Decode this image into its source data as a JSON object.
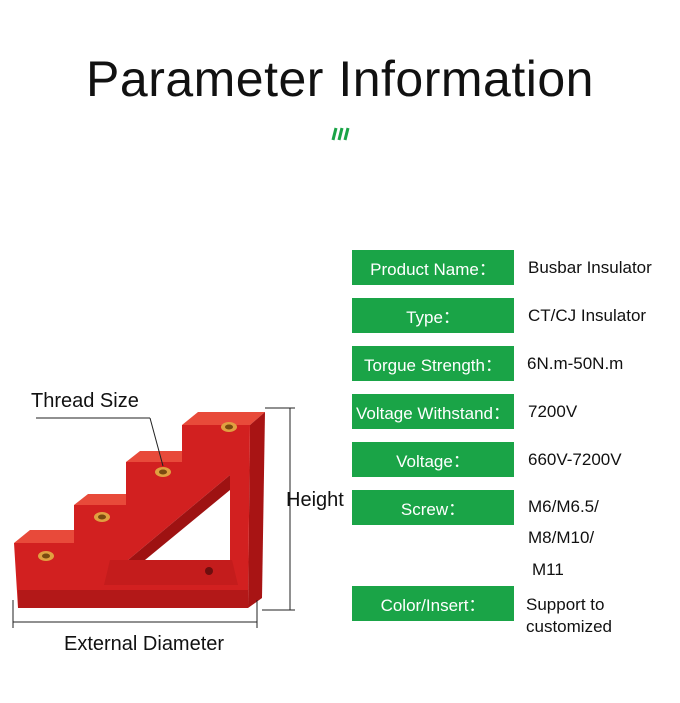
{
  "page": {
    "title": "Parameter Information",
    "accent_color": "#1aa447",
    "insulator_color": "#d22020",
    "accent_icon": "triple-slash-icon"
  },
  "figure": {
    "labels": {
      "thread_size": "Thread Size",
      "height": "Height",
      "external_diameter": "External Diameter"
    }
  },
  "parameters": [
    {
      "key": "Product Name：",
      "value": "Busbar Insulator"
    },
    {
      "key": "Type：",
      "value": "CT/CJ Insulator"
    },
    {
      "key": "Torgue Strength：",
      "value": "6N.m-50N.m"
    },
    {
      "key": "Voltage Withstand：",
      "value": "7200V"
    },
    {
      "key": "Voltage：",
      "value": "660V-7200V"
    },
    {
      "key": "Screw：",
      "value_lines": [
        "M6/M6.5/",
        "M8/M10/",
        "M11"
      ]
    },
    {
      "key": "Color/Insert：",
      "value_lines": [
        "Support to",
        "customized"
      ]
    }
  ]
}
